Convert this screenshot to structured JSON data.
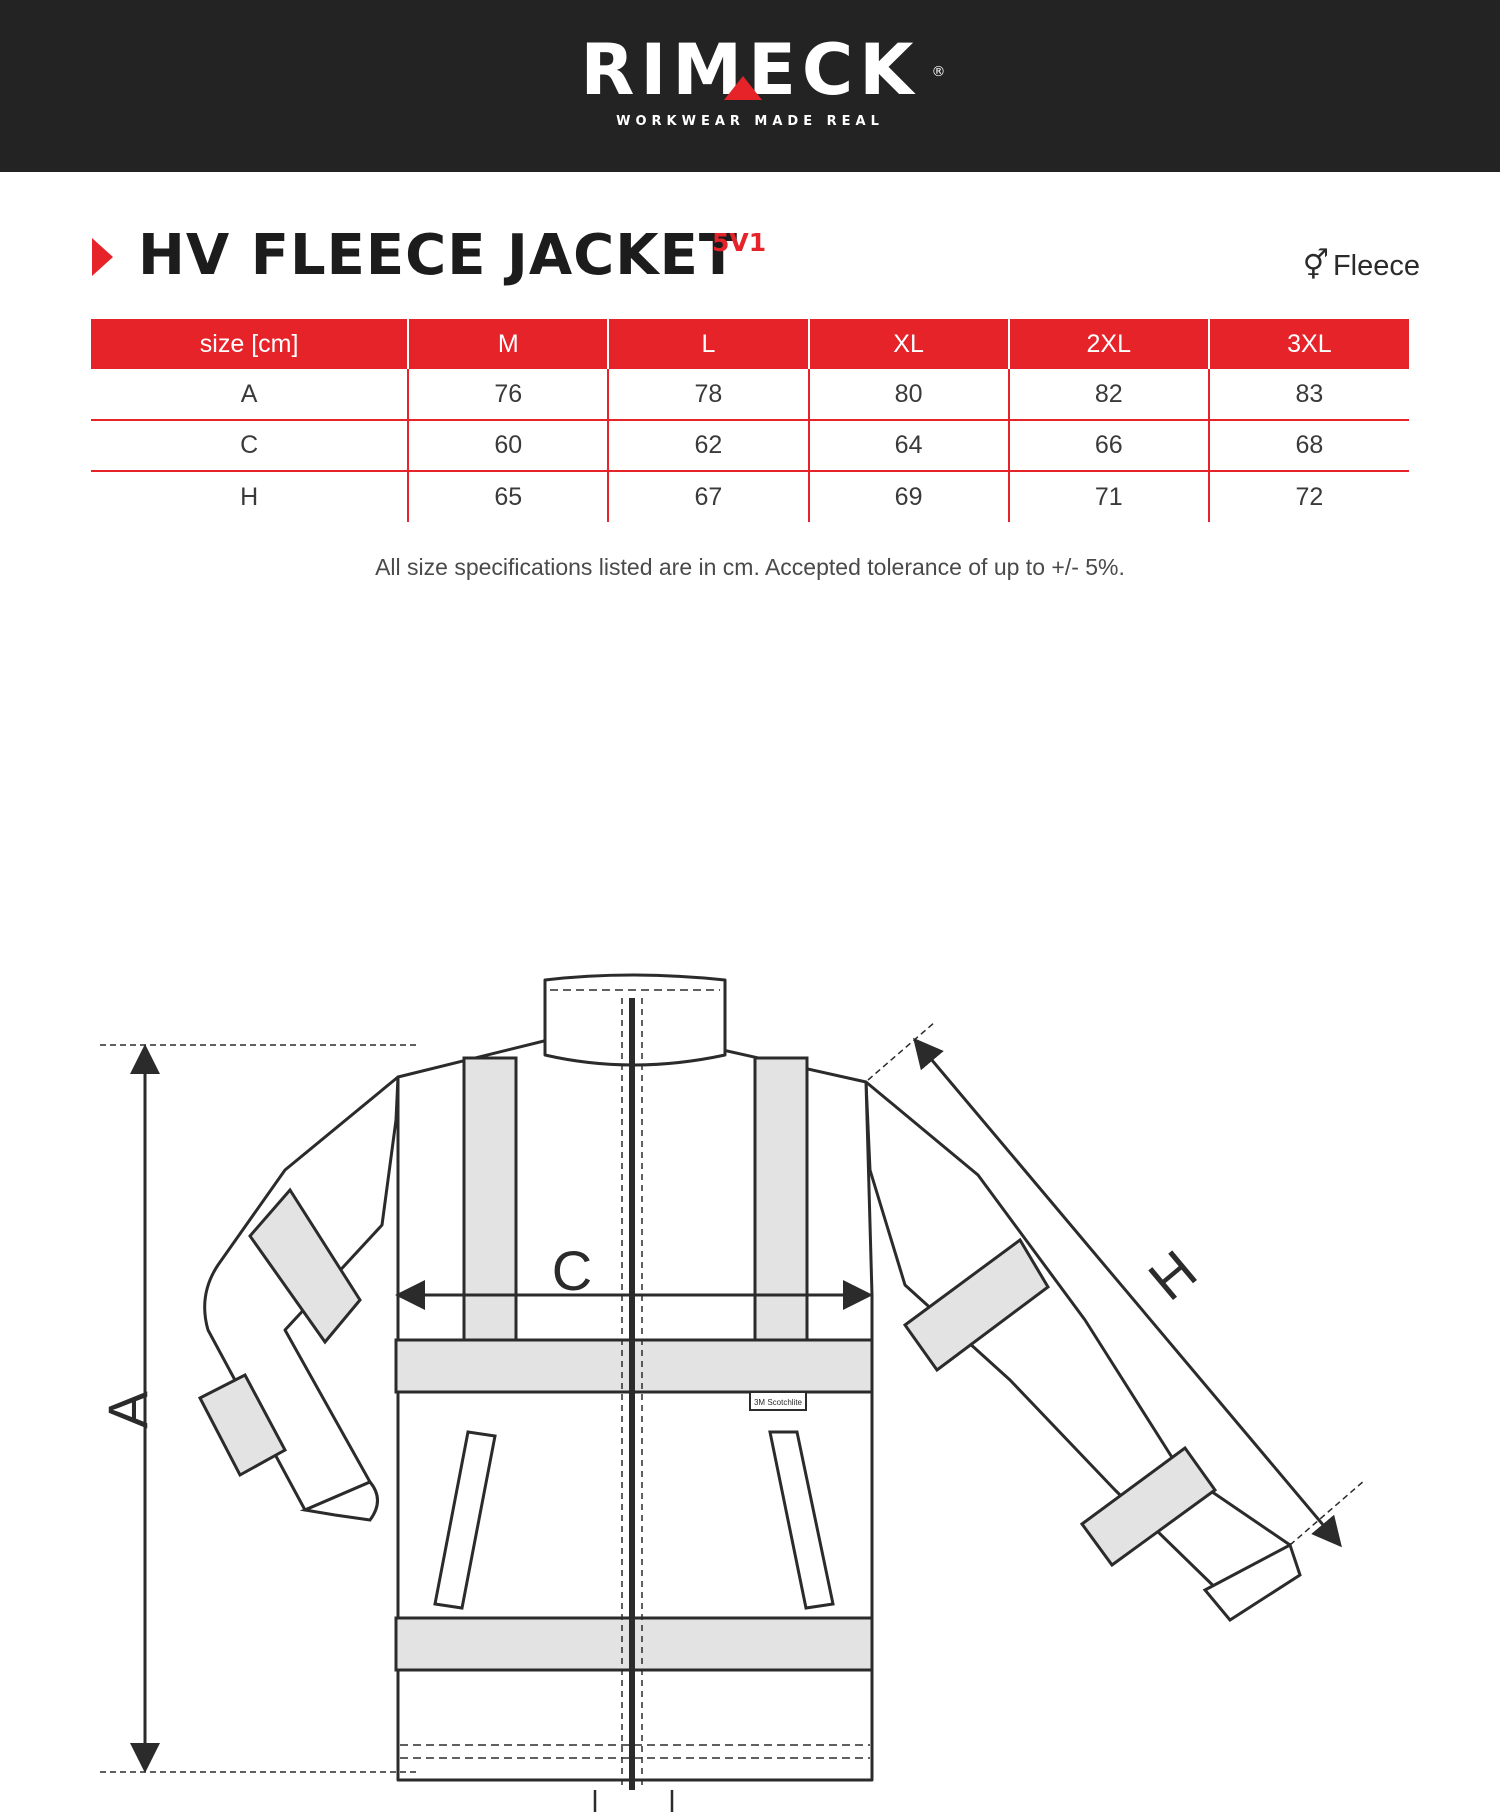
{
  "brand": {
    "name": "RIMECK",
    "registered": "®",
    "tagline": "WORKWEAR MADE REAL",
    "accent_color": "#e52329",
    "header_color": "#232323"
  },
  "product": {
    "title": "HV FLEECE JACKET",
    "code": "5V1",
    "fabric_label": "Fleece",
    "fabric_icon": "unisex-icon"
  },
  "size_table": {
    "header": [
      "size [cm]",
      "M",
      "L",
      "XL",
      "2XL",
      "3XL"
    ],
    "rows": [
      [
        "A",
        "76",
        "78",
        "80",
        "82",
        "83"
      ],
      [
        "C",
        "60",
        "62",
        "64",
        "66",
        "68"
      ],
      [
        "H",
        "65",
        "67",
        "69",
        "71",
        "72"
      ]
    ]
  },
  "note": "All size specifications listed are in cm. Accepted tolerance of up to +/- 5%.",
  "diagram": {
    "labels": {
      "length": "A",
      "chest": "C",
      "sleeve": "H"
    },
    "patch_text": "3M Scotchlite"
  }
}
